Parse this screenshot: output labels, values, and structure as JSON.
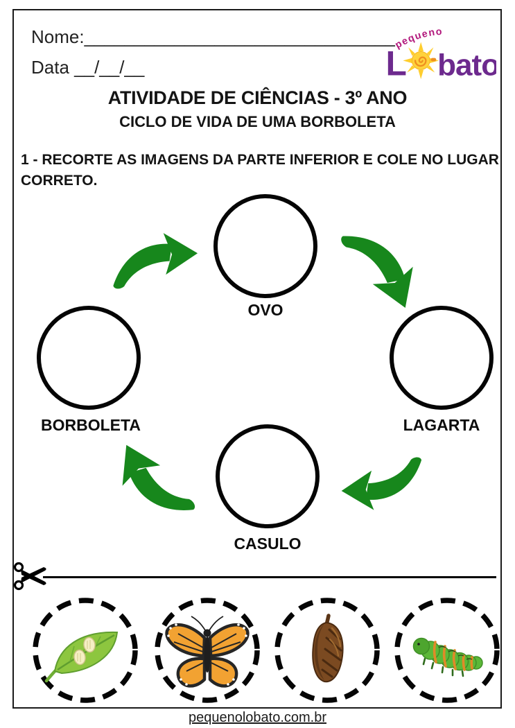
{
  "document": {
    "fields": {
      "name_label": "Nome:",
      "name_line": "_______________________________",
      "date_label": "Data __/__/__"
    },
    "logo": {
      "arc_text": "pequeno",
      "word_start": "L",
      "word_end": "bato"
    },
    "title": "ATIVIDADE DE CIÊNCIAS - 3º ANO",
    "subtitle": "CICLO DE VIDA DE UMA BORBOLETA",
    "instruction": "1 - RECORTE AS IMAGENS DA PARTE INFERIOR E COLE NO LUGAR CORRETO.",
    "cycle": {
      "stages": [
        {
          "label": "OVO"
        },
        {
          "label": "LAGARTA"
        },
        {
          "label": "CASULO"
        },
        {
          "label": "BORBOLETA"
        }
      ]
    },
    "cutouts": [
      {
        "icon": "leaf-with-eggs"
      },
      {
        "icon": "butterfly"
      },
      {
        "icon": "cocoon"
      },
      {
        "icon": "caterpillar"
      }
    ],
    "footer": {
      "website": "pequenolobato.com.br"
    },
    "colors": {
      "arrow_green": "#17871c",
      "circle_ink": "#050505",
      "logo_purple": "#6d2a8e",
      "logo_magenta": "#b2187c",
      "sun_yellow": "#ffd23c",
      "sun_orange": "#ef8f1f"
    }
  }
}
